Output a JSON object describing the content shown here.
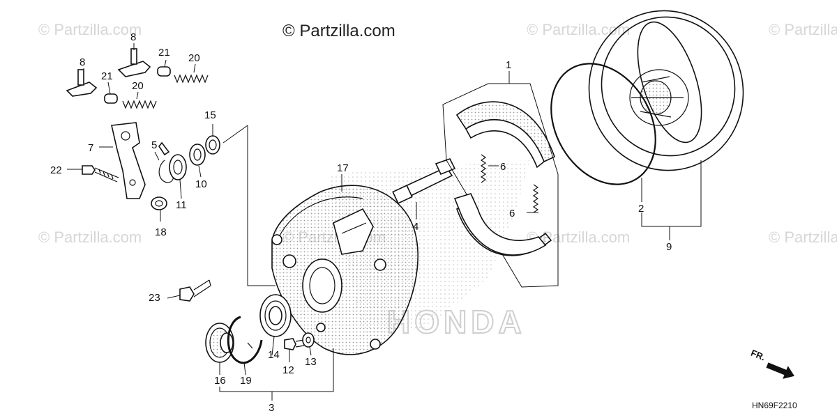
{
  "watermark": {
    "main": "© Partzilla.com",
    "faded": "© Partzilla.com"
  },
  "diagram_code": "HN69F2210",
  "direction_label": "FR.",
  "background_logo": "HONDA",
  "callouts": [
    "1",
    "2",
    "3",
    "4",
    "5",
    "6",
    "6",
    "7",
    "8",
    "8",
    "9",
    "10",
    "11",
    "12",
    "13",
    "14",
    "15",
    "16",
    "17",
    "18",
    "19",
    "20",
    "20",
    "21",
    "21",
    "22",
    "23"
  ]
}
